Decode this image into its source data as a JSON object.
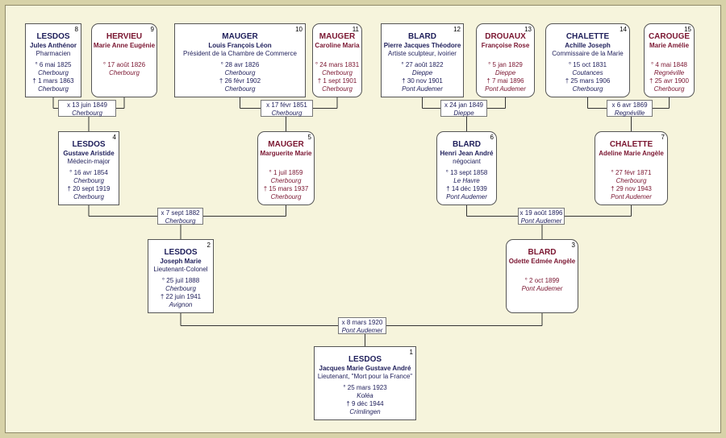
{
  "people": [
    {
      "n": "1",
      "sex": "m",
      "surname": "LESDOS",
      "given": "Jacques Marie Gustave André",
      "occupation": "Lieutenant, \"Mort pour la France\"",
      "birth": "° 25 mars 1923",
      "birth_place": "Koléa",
      "death": "† 9 déc 1944",
      "death_place": "Crimlingen"
    },
    {
      "n": "2",
      "sex": "m",
      "surname": "LESDOS",
      "given": "Joseph Marie",
      "occupation": "Lieutenant-Colonel",
      "birth": "° 25 juil 1888",
      "birth_place": "Cherbourg",
      "death": "† 22 juin 1941",
      "death_place": "Avignon"
    },
    {
      "n": "3",
      "sex": "f",
      "surname": "BLARD",
      "given": "Odette Edmée Angèle",
      "occupation": "",
      "birth": "° 2 oct 1899",
      "birth_place": "Pont Audemer",
      "death": "",
      "death_place": ""
    },
    {
      "n": "4",
      "sex": "m",
      "surname": "LESDOS",
      "given": "Gustave Aristide",
      "occupation": "Médecin-major",
      "birth": "° 16 avr 1854",
      "birth_place": "Cherbourg",
      "death": "† 20 sept 1919",
      "death_place": "Cherbourg"
    },
    {
      "n": "5",
      "sex": "f",
      "surname": "MAUGER",
      "given": "Marguerite Marie",
      "occupation": "",
      "birth": "° 1 juil 1859",
      "birth_place": "Cherbourg",
      "death": "† 15 mars 1937",
      "death_place": "Cherbourg"
    },
    {
      "n": "6",
      "sex": "m",
      "surname": "BLARD",
      "given": "Henri Jean André",
      "occupation": "négociant",
      "birth": "° 13 sept 1858",
      "birth_place": "Le Havre",
      "death": "† 14 déc 1939",
      "death_place": "Pont Audemer"
    },
    {
      "n": "7",
      "sex": "f",
      "surname": "CHALETTE",
      "given": "Adeline Marie Angèle",
      "occupation": "",
      "birth": "° 27 févr 1871",
      "birth_place": "Cherbourg",
      "death": "† 29 nov 1943",
      "death_place": "Pont Audemer"
    },
    {
      "n": "8",
      "sex": "m",
      "surname": "LESDOS",
      "given": "Jules Anthénor",
      "occupation": "Pharmacien",
      "birth": "° 6 mai 1825",
      "birth_place": "Cherbourg",
      "death": "† 1 mars 1863",
      "death_place": "Cherbourg"
    },
    {
      "n": "9",
      "sex": "f",
      "surname": "HERVIEU",
      "given": "Marie Anne Eugénie",
      "occupation": "",
      "birth": "° 17 août 1826",
      "birth_place": "Cherbourg",
      "death": "",
      "death_place": ""
    },
    {
      "n": "10",
      "sex": "m",
      "surname": "MAUGER",
      "given": "Louis François Léon",
      "occupation": "Président de la Chambre de Commerce",
      "birth": "° 28 avr 1826",
      "birth_place": "Cherbourg",
      "death": "† 26 févr 1902",
      "death_place": "Cherbourg"
    },
    {
      "n": "11",
      "sex": "f",
      "surname": "MAUGER",
      "given": "Caroline Maria",
      "occupation": "",
      "birth": "° 24 mars 1831",
      "birth_place": "Cherbourg",
      "death": "† 1 sept 1901",
      "death_place": "Cherbourg"
    },
    {
      "n": "12",
      "sex": "m",
      "surname": "BLARD",
      "given": "Pierre Jacques Théodore",
      "occupation": "Artiste sculpteur, ivoirier",
      "birth": "° 27 août 1822",
      "birth_place": "Dieppe",
      "death": "† 30 nov 1901",
      "death_place": "Pont Audemer"
    },
    {
      "n": "13",
      "sex": "f",
      "surname": "DROUAUX",
      "given": "Françoise Rose",
      "occupation": "",
      "birth": "° 5 jan 1829",
      "birth_place": "Dieppe",
      "death": "† 7 mai 1896",
      "death_place": "Pont Audemer"
    },
    {
      "n": "14",
      "sex": "m",
      "surname": "CHALETTE",
      "given": "Achille Joseph",
      "occupation": "Commissaire de la Marie",
      "birth": "° 15 oct 1831",
      "birth_place": "Coutances",
      "death": "† 25 mars 1906",
      "death_place": "Cherbourg"
    },
    {
      "n": "15",
      "sex": "f",
      "surname": "CAROUGE",
      "given": "Marie Amélie",
      "occupation": "",
      "birth": "° 4 mai 1848",
      "birth_place": "Regnéville",
      "death": "† 25 avr 1900",
      "death_place": "Cherbourg"
    }
  ],
  "marriages": [
    {
      "id": "8-9",
      "date": "x 13 juin 1849",
      "place": "Cherbourg"
    },
    {
      "id": "10-11",
      "date": "x 17 févr 1851",
      "place": "Cherbourg"
    },
    {
      "id": "12-13",
      "date": "x 24 jan 1849",
      "place": "Dieppe"
    },
    {
      "id": "14-15",
      "date": "x 6 avr 1869",
      "place": "Regnéville"
    },
    {
      "id": "4-5",
      "date": "x 7 sept 1882",
      "place": "Cherbourg"
    },
    {
      "id": "6-7",
      "date": "x 19 août 1896",
      "place": "Pont Audemer"
    },
    {
      "id": "2-3",
      "date": "x 8 mars 1920",
      "place": "Pont Audemer"
    }
  ],
  "colors": {
    "background": "#f6f4dc",
    "male_text": "#1e1e5a",
    "female_text": "#7a1530",
    "frame": "#d7d2a8"
  }
}
